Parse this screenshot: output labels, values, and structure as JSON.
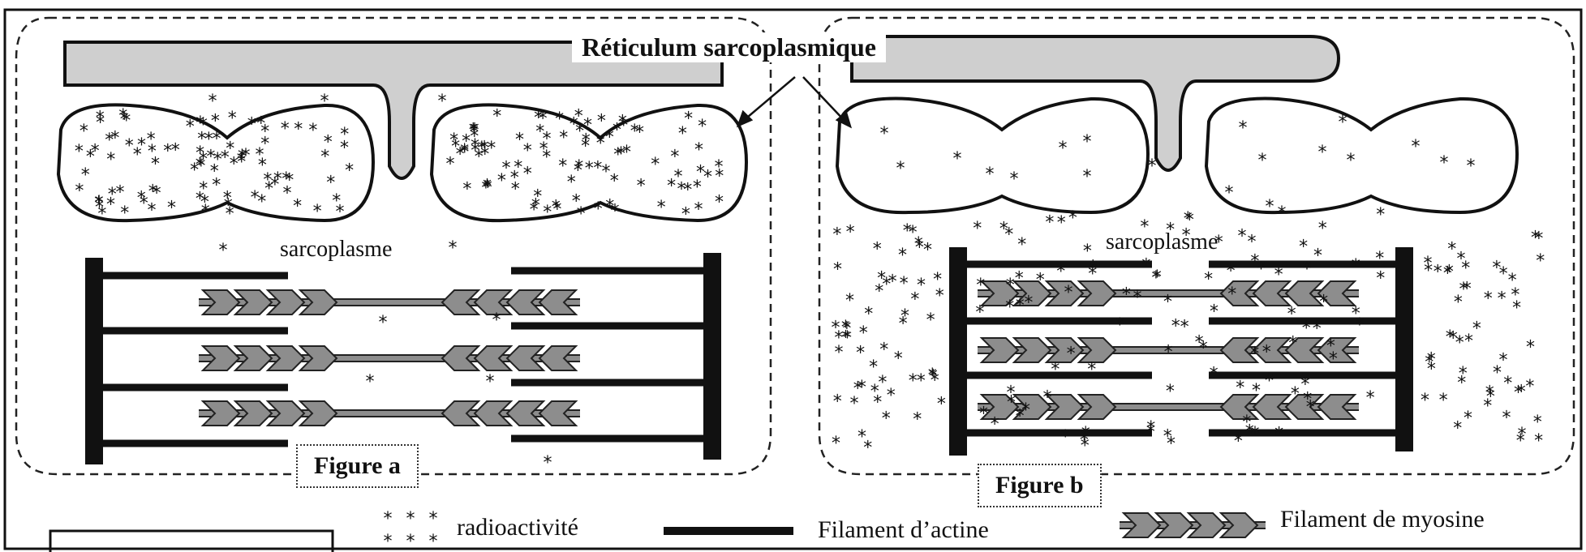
{
  "diagram": {
    "title": "Réticulum sarcoplasmique",
    "sarcoplasm_label_a": "sarcoplasme",
    "sarcoplasm_label_b": "sarcoplasme",
    "figure_a_label": "Figure a",
    "figure_b_label": "Figure b"
  },
  "legend": {
    "radioactivity": "radioactivité",
    "actin": "Filament d’actine",
    "myosin": "Filament de myosine"
  },
  "colors": {
    "reticulum_fill": "#cfcfcf",
    "myosin_fill": "#8d8d8d",
    "ink": "#111111"
  }
}
